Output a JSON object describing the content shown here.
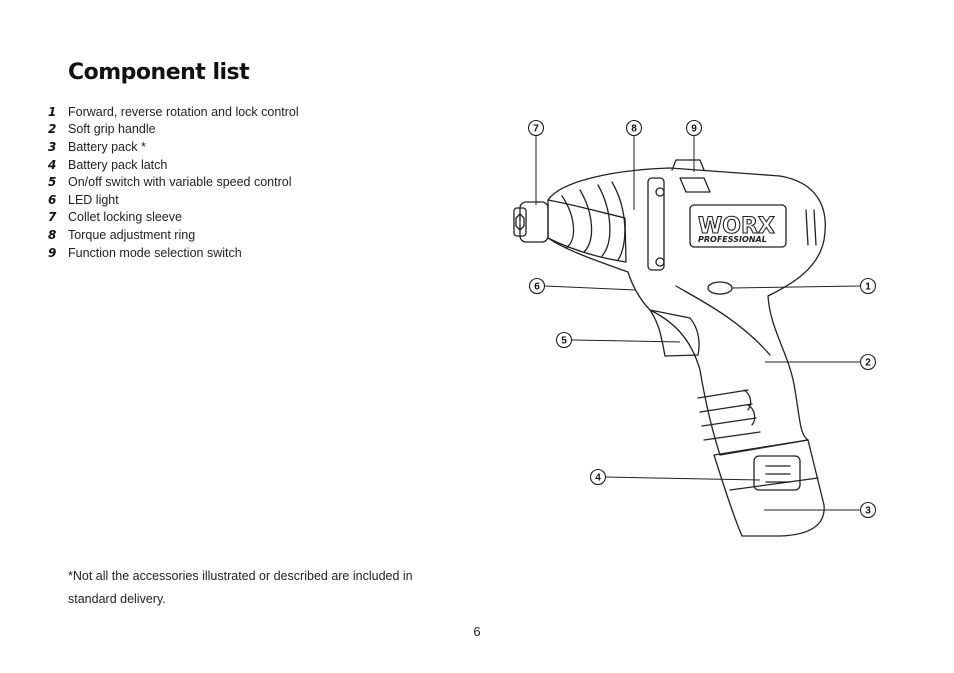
{
  "page": {
    "title": "Component list",
    "components": [
      {
        "number": "1",
        "label": "Forward, reverse rotation and lock control"
      },
      {
        "number": "2",
        "label": "Soft grip handle"
      },
      {
        "number": "3",
        "label": "Battery pack *"
      },
      {
        "number": "4",
        "label": "Battery pack latch"
      },
      {
        "number": "5",
        "label": "On/off switch with variable speed control"
      },
      {
        "number": "6",
        "label": "LED light"
      },
      {
        "number": "7",
        "label": "Collet locking sleeve"
      },
      {
        "number": "8",
        "label": "Torque adjustment ring"
      },
      {
        "number": "9",
        "label": "Function mode selection switch"
      }
    ],
    "footnote": "*Not all the accessories illustrated or described are included in standard delivery.",
    "page_number": "6"
  },
  "diagram": {
    "brand": "WORX",
    "brand_sub": "PROFESSIONAL",
    "callouts": [
      "1",
      "2",
      "3",
      "4",
      "5",
      "6",
      "7",
      "8",
      "9"
    ]
  }
}
